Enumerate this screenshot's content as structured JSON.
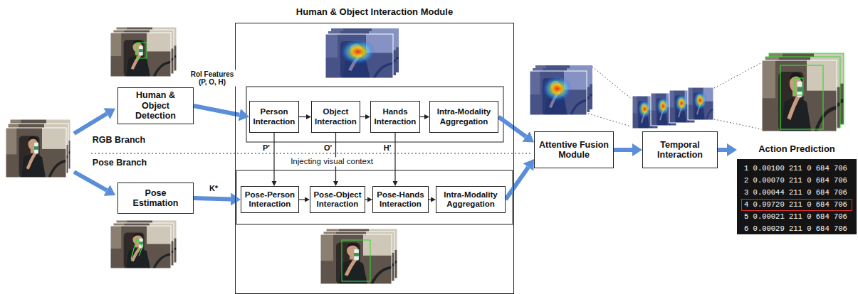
{
  "diagram": {
    "nodes": [
      {
        "text": [
          "Human & Object Detection"
        ]
      },
      {
        "text": [
          "Pose Estimation"
        ]
      },
      {
        "text": [
          "Human & Object Interaction Module"
        ]
      },
      {
        "text": [
          "Person Interaction"
        ],
        "in": 2
      },
      {
        "text": [
          "Object Interaction"
        ],
        "in": 2
      },
      {
        "text": [
          "Hands Interaction"
        ],
        "in": 2
      },
      {
        "text": [
          "Intra-Modality Aggregation"
        ],
        "in": 2
      },
      {
        "text": [
          "Pose-Person Interaction"
        ],
        "in": 2
      },
      {
        "text": [
          "Pose-Object Interaction"
        ],
        "in": 2
      },
      {
        "text": [
          "Pose-Hands Interaction"
        ],
        "in": 2
      },
      {
        "text": [
          "Intra-Modality Aggregation"
        ],
        "in": 2
      },
      {
        "text": [
          "Attentive Fusion Module"
        ]
      },
      {
        "text": [
          "Temporal Interaction"
        ]
      },
      {
        "text": [
          "Action Prediction"
        ]
      }
    ],
    "edges": [
      {
        "from": 0,
        "to": 3,
        "label": "RoI Features (P, O, H)",
        "arrow": "to"
      },
      {
        "from": 1,
        "to": 7,
        "label": "K*",
        "arrow": "to"
      },
      {
        "from": 3,
        "to": 4,
        "arrow": "to"
      },
      {
        "from": 4,
        "to": 5,
        "arrow": "to"
      },
      {
        "from": 5,
        "to": 6,
        "arrow": "to"
      },
      {
        "from": 7,
        "to": 8,
        "arrow": "to"
      },
      {
        "from": 8,
        "to": 9,
        "arrow": "to"
      },
      {
        "from": 9,
        "to": 10,
        "arrow": "to"
      },
      {
        "from": 3,
        "to": 7,
        "label": "P'",
        "arrow": "to"
      },
      {
        "from": 4,
        "to": 8,
        "label": "O'",
        "arrow": "to"
      },
      {
        "from": 5,
        "to": 9,
        "label": "H'",
        "arrow": "to"
      },
      {
        "from": 6,
        "to": 11,
        "arrow": "to"
      },
      {
        "from": 10,
        "to": 11,
        "arrow": "to"
      },
      {
        "from": 11,
        "to": 12,
        "arrow": "to"
      },
      {
        "from": 12,
        "to": 13,
        "arrow": "to"
      }
    ],
    "labels": [
      "RGB Branch",
      "Pose Branch",
      "Injecting visual context",
      "1 0.00100 211 0 684 706",
      "2 0.00070 211 0 684 706",
      "3 0.00044 211 0 684 706",
      "4 0.99720 211 0 684 706",
      "5 0.00021 211 0 684 706",
      "6 0.00029 211 0 684 706"
    ]
  }
}
